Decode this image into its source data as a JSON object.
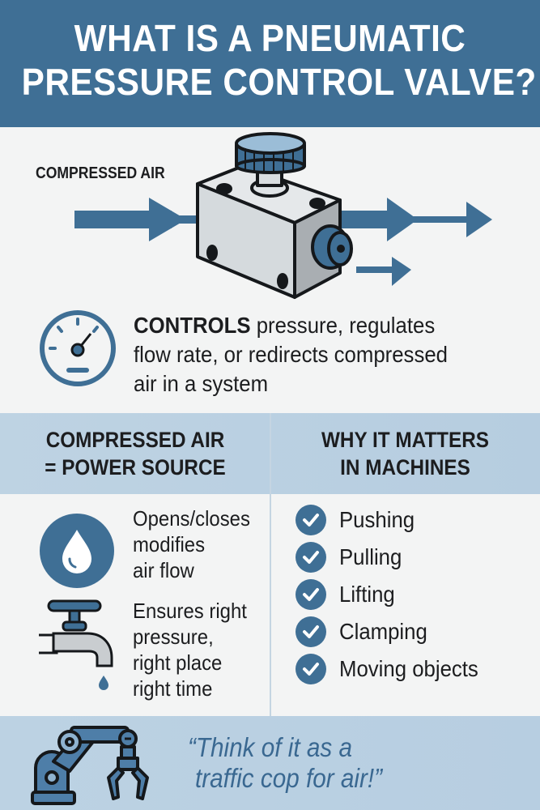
{
  "header": {
    "title_line1": "WHAT IS A PNEUMATIC",
    "title_line2": "PRESSURE CONTROL VALVE?"
  },
  "hero": {
    "label": "COMPRESSED AIR",
    "icons": [
      "valve-icon",
      "arrow-right-icon"
    ]
  },
  "controls": {
    "icon": "gauge-icon",
    "bold": "CONTROLS",
    "text_line1": " pressure, regulates",
    "text_line2": "flow rate, or redirects compressed",
    "text_line3": "air in a system"
  },
  "sections": {
    "left_heading_line1": "COMPRESSED AIR",
    "left_heading_line2": "= POWER SOURCE",
    "right_heading_line1": "WHY IT MATTERS",
    "right_heading_line2": "IN MACHINES"
  },
  "power_source": [
    {
      "icon": "water-drop-icon",
      "lines": [
        "Opens/closes",
        "modifies",
        "air flow"
      ]
    },
    {
      "icon": "faucet-icon",
      "lines": [
        "Ensures right",
        "pressure,",
        "right place",
        "right time"
      ]
    }
  ],
  "uses": [
    "Pushing",
    "Pulling",
    "Lifting",
    "Clamping",
    "Moving objects"
  ],
  "footer": {
    "icon": "robot-arm-icon",
    "quote_line1": "“Think of it as a",
    "quote_line2": "traffic cop for air!”"
  },
  "colors": {
    "primary": "#3f6f95",
    "light_band": "#bed3e3",
    "background": "#f3f4f4",
    "text": "#1c1d1f"
  }
}
